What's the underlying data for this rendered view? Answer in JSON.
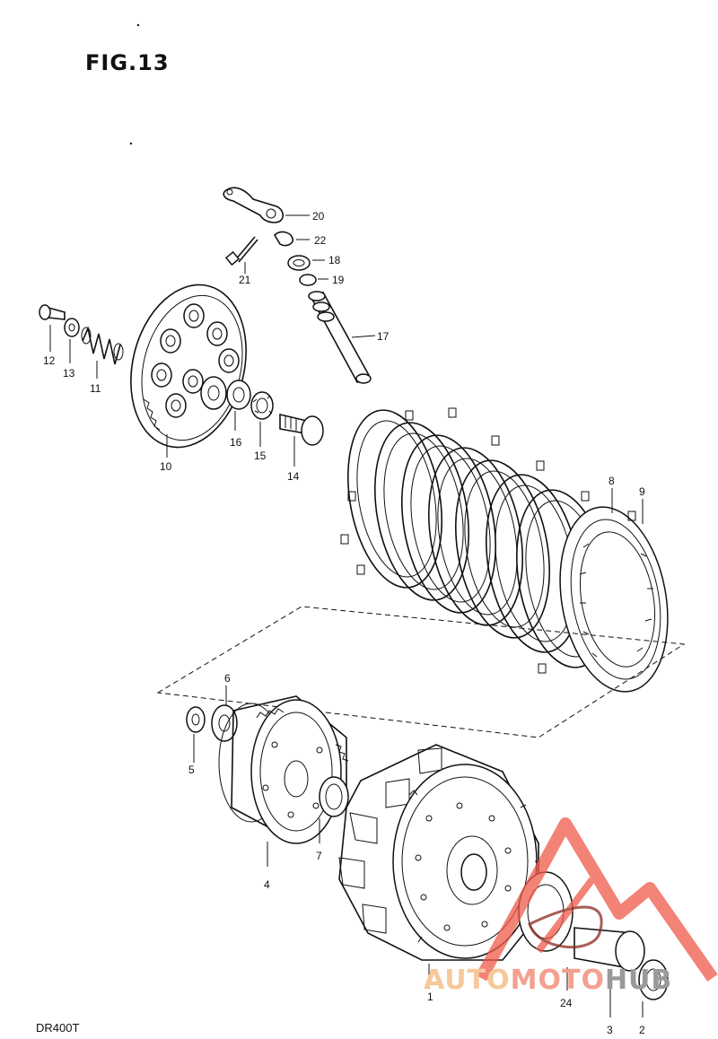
{
  "header": {
    "title": "FIG.13"
  },
  "footer": {
    "model": "DR400T"
  },
  "watermark": {
    "part1": "AUTO",
    "part2": "MOTO",
    "part3": "HUB"
  },
  "callouts": [
    "1",
    "2",
    "3",
    "4",
    "5",
    "6",
    "7",
    "8",
    "9",
    "10",
    "11",
    "12",
    "13",
    "14",
    "15",
    "16",
    "17",
    "18",
    "19",
    "20",
    "21",
    "22",
    "24"
  ],
  "colors": {
    "ink": "#111111",
    "watermark_red": "#f05a4a",
    "watermark_orange": "#f7b27a",
    "watermark_gray": "#8a8a8a"
  }
}
